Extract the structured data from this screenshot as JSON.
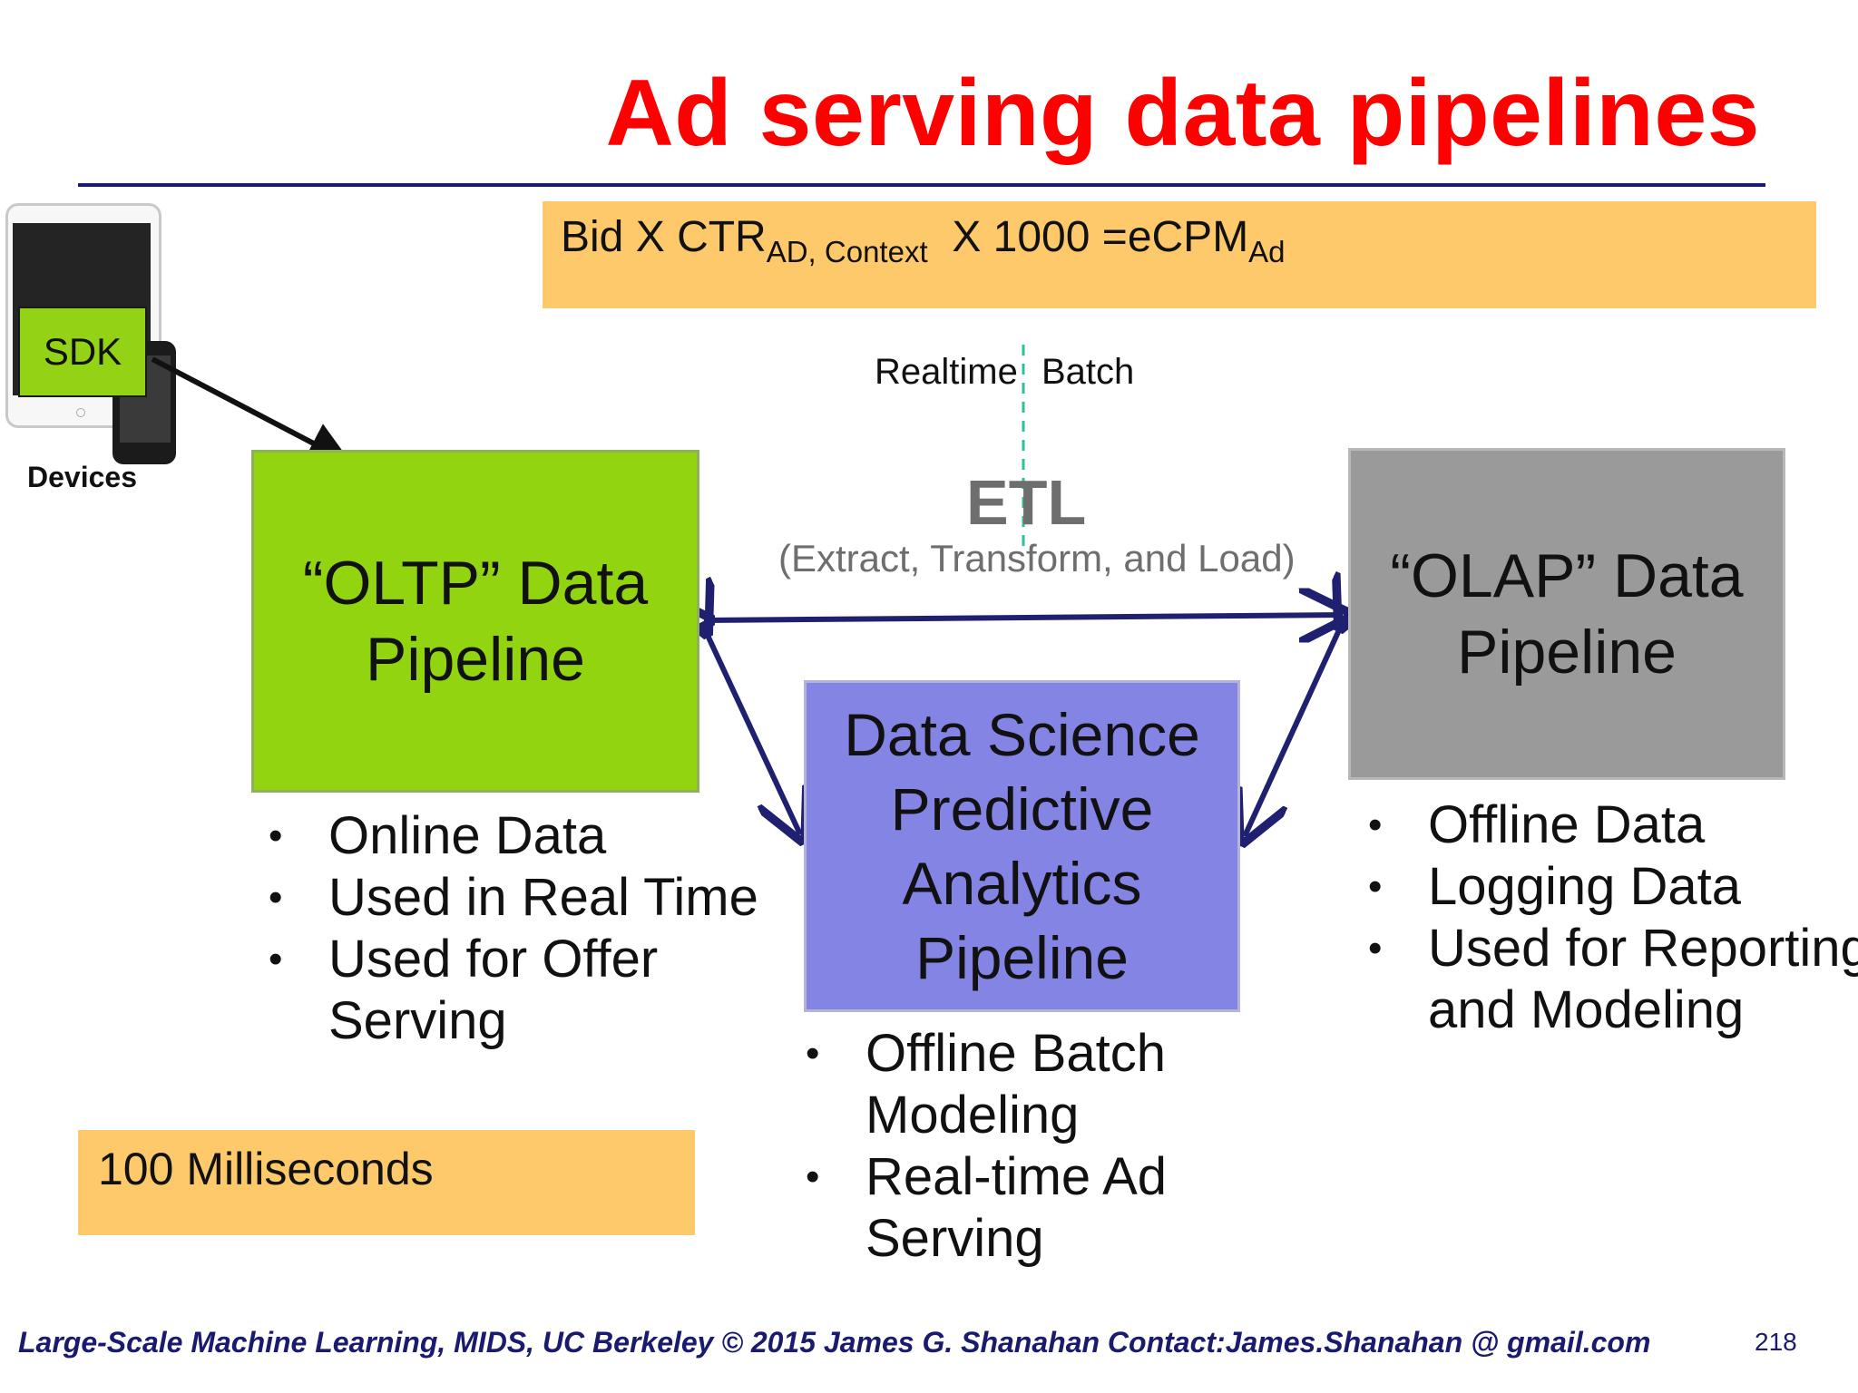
{
  "title": "Ad serving data pipelines",
  "formula": {
    "part1": "Bid X CTR",
    "sub1": "AD, Context",
    "part2": "X 1000 =eCPM",
    "sub2": "Ad"
  },
  "devices": {
    "sdk_label": "SDK",
    "label": "Devices"
  },
  "divider": {
    "left_label": "Realtime",
    "right_label": "Batch"
  },
  "etl": {
    "label": "ETL",
    "sublabel": "(Extract, Transform, and Load)"
  },
  "pipelines": {
    "oltp": {
      "line1": "“OLTP” Data",
      "line2": "Pipeline",
      "bullets": [
        "Online Data",
        "Used in Real Time",
        "Used for Offer Serving"
      ]
    },
    "olap": {
      "line1": "“OLAP” Data",
      "line2": "Pipeline",
      "bullets": [
        "Offline Data",
        "Logging Data",
        "Used for Reporting and Modeling"
      ]
    },
    "dsp": {
      "line1": "Data Science",
      "line2": "Predictive",
      "line3": "Analytics",
      "line4": "Pipeline",
      "bullets": [
        "Offline Batch Modeling",
        "Real-time Ad Serving"
      ]
    }
  },
  "latency_note": "100 Milliseconds",
  "footer": "Large-Scale Machine Learning, MIDS, UC Berkeley ©  2015 James G. Shanahan   Contact:James.Shanahan @ gmail.com",
  "page_number": "218",
  "colors": {
    "title": "#ff0000",
    "oltp": "#92d40f",
    "olap": "#9a9a9a",
    "dsp": "#8484e4",
    "note_box": "#fdc96b",
    "arrows": "#202070",
    "divider": "#2fbf9b"
  }
}
